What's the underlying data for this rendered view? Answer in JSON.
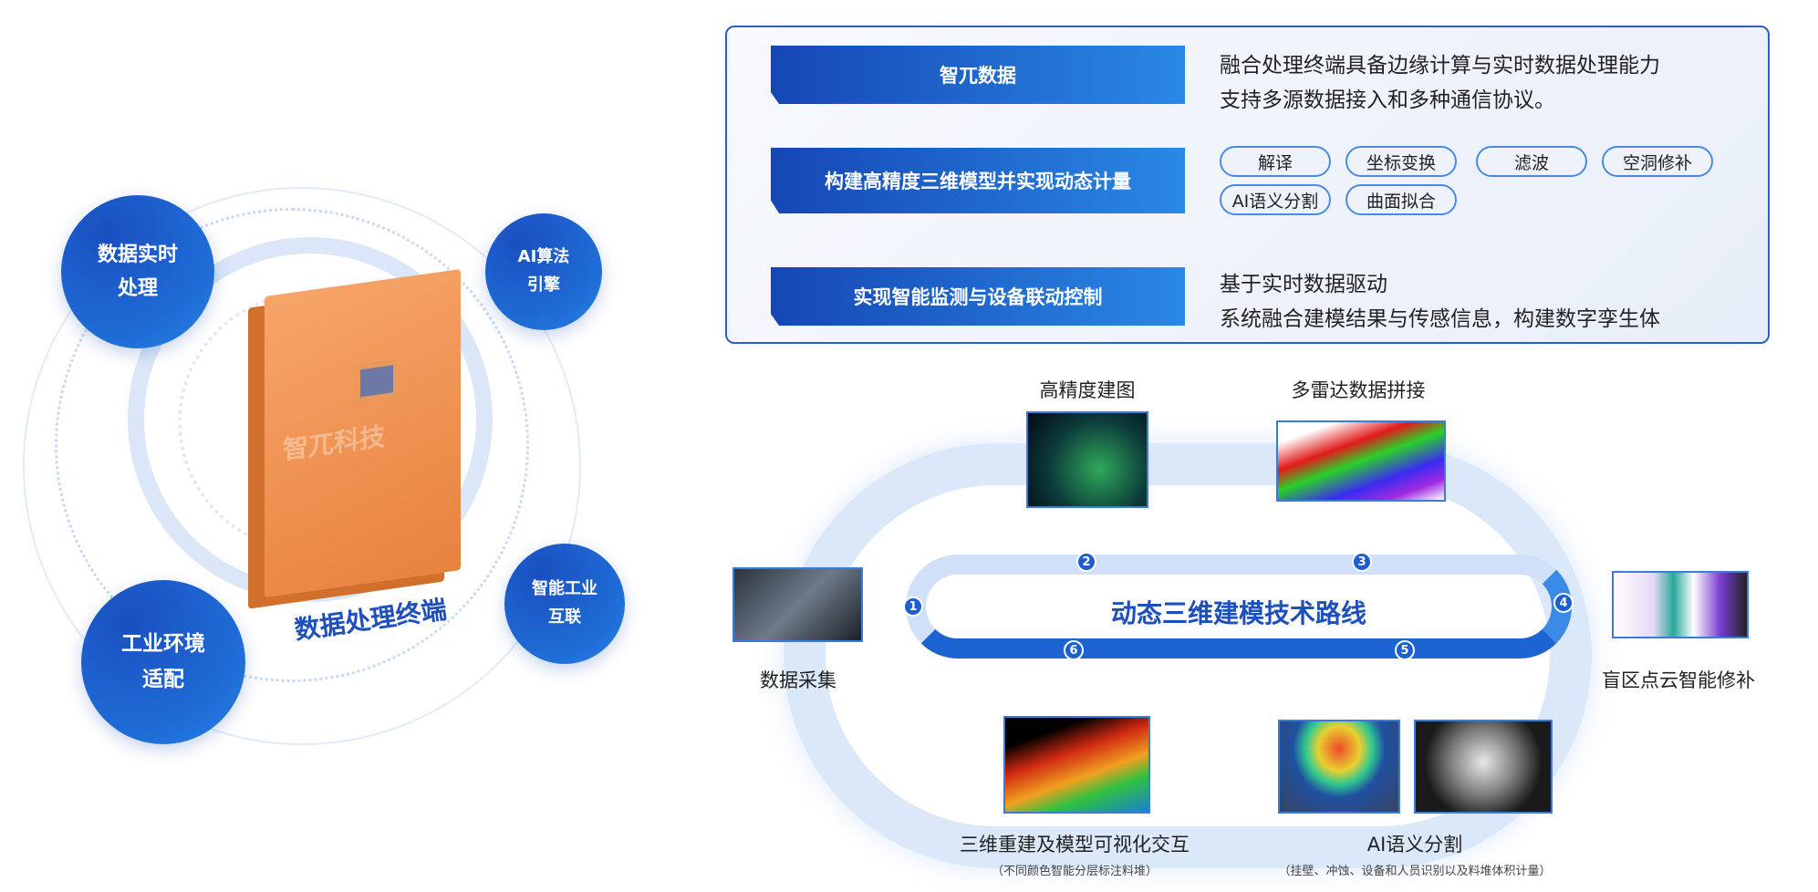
{
  "left": {
    "bubbles": [
      "数据实时处理",
      "AI算法引擎",
      "智能工业互联",
      "工业环境适配"
    ],
    "bubble_lines": [
      [
        "数据实时",
        "处理"
      ],
      [
        "AI算法",
        "引擎"
      ],
      [
        "智能工业",
        "互联"
      ],
      [
        "工业环境",
        "适配"
      ]
    ],
    "device_label": "数据处理终端",
    "watermark": "智兀科技"
  },
  "panel": {
    "rows": [
      {
        "title": "智兀数据",
        "lines": [
          "融合处理终端具备边缘计算与实时数据处理能力",
          "支持多源数据接入和多种通信协议。"
        ]
      },
      {
        "title": "构建高精度三维模型并实现动态计量",
        "tags": [
          "解译",
          "坐标变换",
          "滤波",
          "空洞修补",
          "AI语义分割",
          "曲面拟合"
        ]
      },
      {
        "title": "实现智能监测与设备联动控制",
        "lines": [
          "基于实时数据驱动",
          "系统融合建模结果与传感信息，构建数字孪生体"
        ]
      }
    ]
  },
  "flow": {
    "title": "动态三维建模技术路线",
    "steps": [
      "1",
      "2",
      "3",
      "4",
      "5",
      "6"
    ],
    "stages": [
      {
        "label": "数据采集"
      },
      {
        "label": "高精度建图"
      },
      {
        "label": "多雷达数据拼接"
      },
      {
        "label": "盲区点云智能修补"
      },
      {
        "label": "AI语义分割",
        "sub": "（挂壁、冲蚀、设备和人员识别以及料堆体积计量）"
      },
      {
        "label": "三维重建及模型可视化交互",
        "sub": "（不同颜色智能分层标注料堆）"
      }
    ]
  },
  "colors": {
    "accent": "#1e5fd0",
    "dark": "#1547b5",
    "light": "#dbe8fa"
  }
}
